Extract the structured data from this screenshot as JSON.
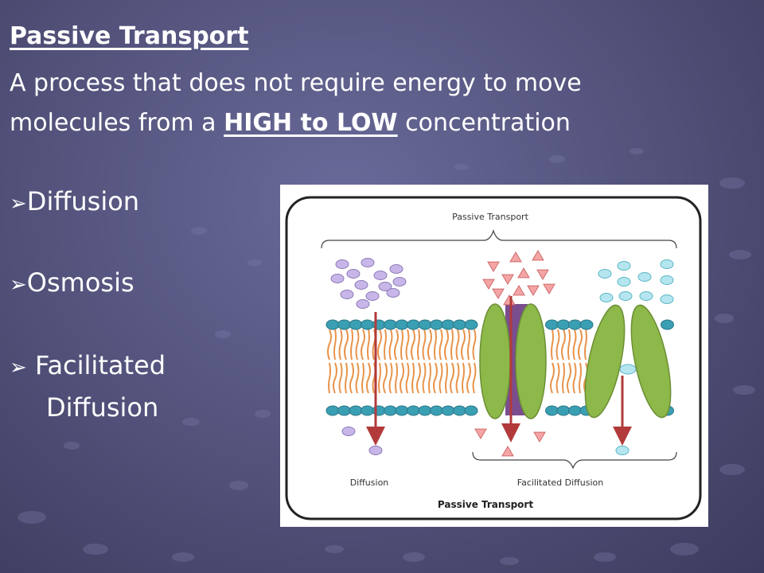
{
  "slide": {
    "title": "Passive Transport",
    "definition": {
      "line1": "A process that does not require energy to move",
      "line2_prefix": "molecules from a ",
      "line2_emph": "HIGH to LOW",
      "line2_suffix": " concentration"
    },
    "bullets": [
      {
        "label": "Diffusion"
      },
      {
        "label": "Osmosis"
      },
      {
        "label": "Facilitated"
      }
    ],
    "bullet3_continuation": "Diffusion",
    "bullet_icon": "arrowhead-bullet-icon"
  },
  "diagram": {
    "top_label": "Passive Transport",
    "label_diffusion": "Diffusion",
    "label_facilitated": "Facilitated Diffusion",
    "bottom_label": "Passive Transport",
    "colors": {
      "membrane_head": "#3a9fb3",
      "lipid_tail": "#e8934a",
      "channel_protein": "#8db84a",
      "channel_pore": "#7a4d8f",
      "arrow": "#b23a3a",
      "diffusion_molecule": "#c8b6e8",
      "triangle_molecule": "#f4a5a5",
      "carrier_molecule": "#b5e6ef"
    }
  }
}
